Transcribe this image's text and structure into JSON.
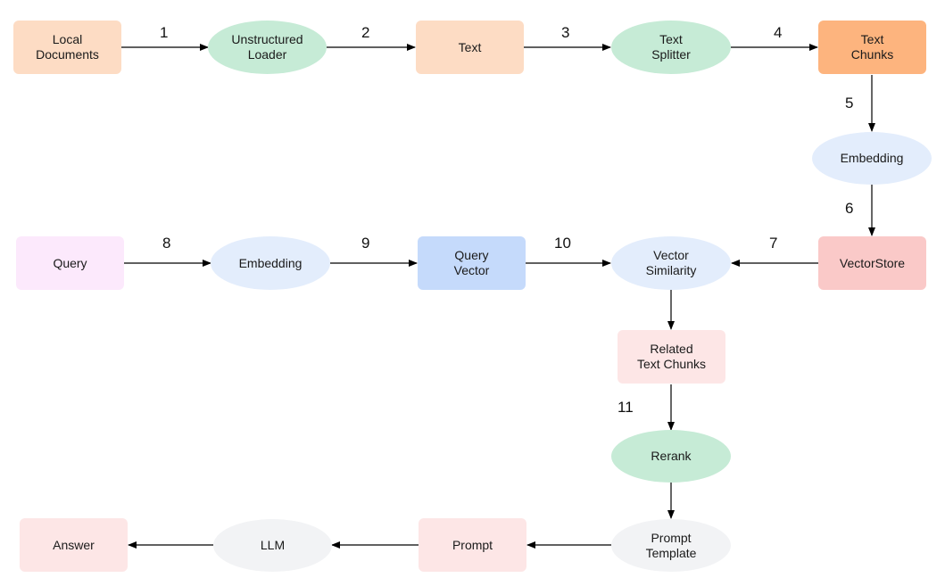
{
  "colors": {
    "peach": "#FDDCC4",
    "orange": "#FDB47E",
    "mint": "#C6EBD6",
    "lightblue": "#E3EDFC",
    "blue": "#C5DAFB",
    "pink": "#FAC9C8",
    "lightpink": "#FDE6E6",
    "lavender": "#FCE9FC",
    "grey": "#F2F3F5",
    "edge": "#000000"
  },
  "nodes": {
    "local_documents": "Local\nDocuments",
    "unstructured_loader": "Unstructured\nLoader",
    "text": "Text",
    "text_splitter": "Text\nSplitter",
    "text_chunks": "Text\nChunks",
    "embedding_store": "Embedding",
    "vectorstore": "VectorStore",
    "vector_similarity": "Vector\nSimilarity",
    "query_vector": "Query\nVector",
    "embedding_query": "Embedding",
    "query": "Query",
    "related_text_chunks": "Related\nText Chunks",
    "rerank": "Rerank",
    "prompt_template": "Prompt\nTemplate",
    "prompt": "Prompt",
    "llm": "LLM",
    "answer": "Answer"
  },
  "steps": {
    "s1": "1",
    "s2": "2",
    "s3": "3",
    "s4": "4",
    "s5": "5",
    "s6": "6",
    "s7": "7",
    "s8": "8",
    "s9": "9",
    "s10": "10",
    "s11": "11"
  }
}
